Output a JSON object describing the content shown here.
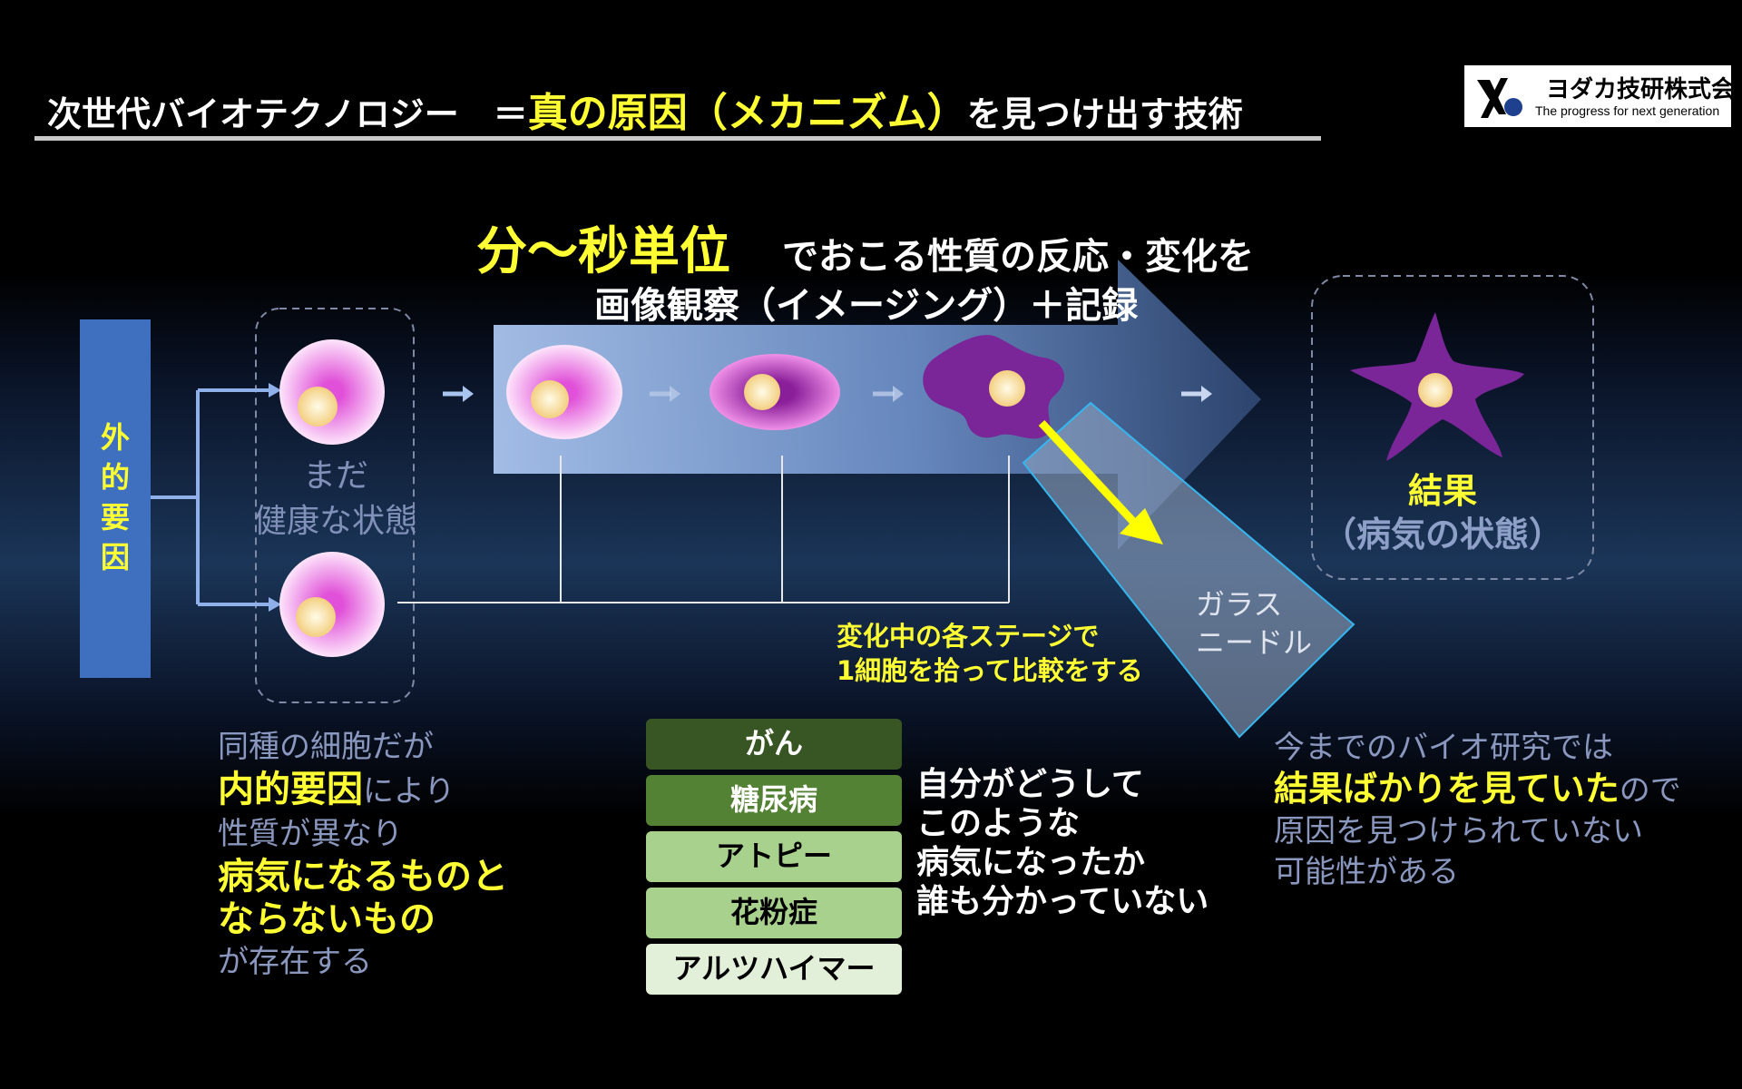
{
  "header": {
    "title_prefix": "次世代バイオテクノロジー　＝",
    "title_highlight": "真の原因（メカニズム）",
    "title_suffix": "を見つけ出す技術"
  },
  "logo": {
    "company": "ヨダカ技研株式会社",
    "tagline": "The progress for next generation"
  },
  "external_factor": "外的要因",
  "healthy_state": {
    "line1": "まだ",
    "line2": "健康な状態"
  },
  "timescale": {
    "highlight": "分〜秒単位",
    "desc": "でおこる性質の反応・変化を",
    "imaging": "画像観察（イメージング）＋記録"
  },
  "result": {
    "title": "結果",
    "subtitle": "（病気の状態）"
  },
  "glass_needle": {
    "line1": "ガラス",
    "line2": "ニードル"
  },
  "stage_compare": {
    "line1": "変化中の各ステージで",
    "line2": "1細胞を拾って比較をする"
  },
  "left_desc": {
    "l1": "同種の細胞だが",
    "l2_hl": "内的要因",
    "l2_rest": "により",
    "l3": "性質が異なり",
    "l4_hl": "病気になるものと",
    "l5_hl": "ならないもの",
    "l6": "が存在する"
  },
  "diseases": [
    "がん",
    "糖尿病",
    "アトピー",
    "花粉症",
    "アルツハイマー"
  ],
  "disease_colors": [
    "#375623",
    "#548235",
    "#a9d18e",
    "#a9d18e",
    "#e2f0d9"
  ],
  "unknown_desc": {
    "l1": "自分がどうして",
    "l2": "このような",
    "l3": "病気になったか",
    "l4": "誰も分かっていない"
  },
  "right_desc": {
    "l1": "今までのバイオ研究では",
    "l2_hl": "結果ばかりを見ていた",
    "l2_rest": "ので",
    "l3": "原因を見つけられていない",
    "l4": "可能性がある"
  },
  "colors": {
    "accent": "#ffff33",
    "cell_pink": "#f080e8",
    "cell_purple": "#7030a0",
    "nucleus": "#ffe8a0"
  }
}
